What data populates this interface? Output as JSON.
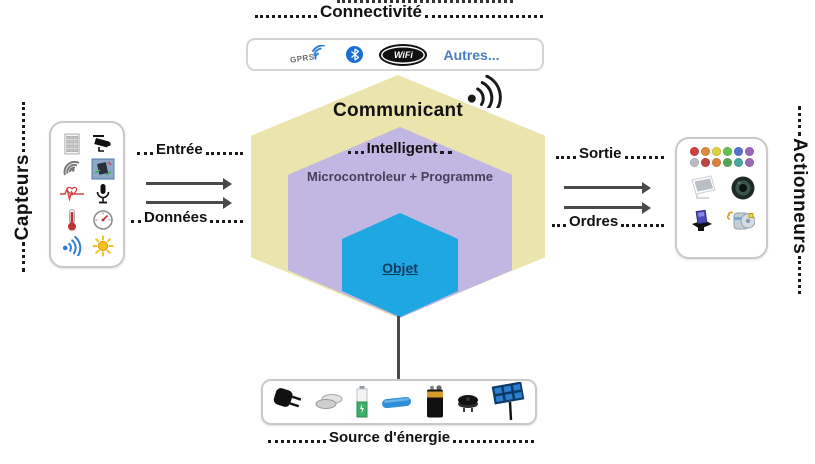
{
  "connectivity": {
    "title": "Connectivité",
    "gprs_label": "GPRS",
    "wifi_label": "WiFi",
    "autres_label": "Autres...",
    "icons": [
      "gprs-signal-icon",
      "bluetooth-icon",
      "wifi-logo-icon"
    ]
  },
  "wireless_icon": "wireless-signal-icon",
  "hexagon": {
    "outer_label": "Communicant",
    "middle_label": "Intelligent",
    "middle_sublabel": "Microcontroleur + Programme",
    "inner_label": "Objet",
    "outer_color": "#ece4ad",
    "middle_color": "#c1b7e2",
    "inner_color": "#1ea7e0"
  },
  "sensors": {
    "title": "Capteurs",
    "flow_label_top": "Entrée",
    "flow_label_bottom": "Données",
    "icons": [
      "keypad-icon",
      "cctv-camera-icon",
      "satellite-dish-icon",
      "gps-module-icon",
      "heartbeat-icon",
      "microphone-icon",
      "thermometer-icon",
      "gauge-icon",
      "sound-waves-icon",
      "sun-icon"
    ]
  },
  "actuators": {
    "title": "Actionneurs",
    "flow_label_top": "Sortie",
    "flow_label_bottom": "Ordres",
    "icons": [
      "led-array-icon",
      "lcd-screen-icon",
      "speaker-icon",
      "relay-icon",
      "stepper-motor-icon"
    ],
    "led_colors": [
      "#cf4040",
      "#e08a3c",
      "#ddd23e",
      "#62c24f",
      "#5472d0",
      "#9a66c0",
      "#b9bcc0",
      "#c04545",
      "#d9823e",
      "#53a653",
      "#46a8a0",
      "#9a6ab4"
    ]
  },
  "energy": {
    "title": "Source d'énergie",
    "icons": [
      "power-adapter-icon",
      "coin-cell-icon",
      "aa-battery-icon",
      "liion-battery-icon",
      "nine-volt-battery-icon",
      "buzzer-icon",
      "solar-panel-icon"
    ]
  },
  "colors": {
    "arrow": "#4a4a4a",
    "autres_text": "#4a7ebb",
    "dotted_line": "#1a1a1a"
  }
}
